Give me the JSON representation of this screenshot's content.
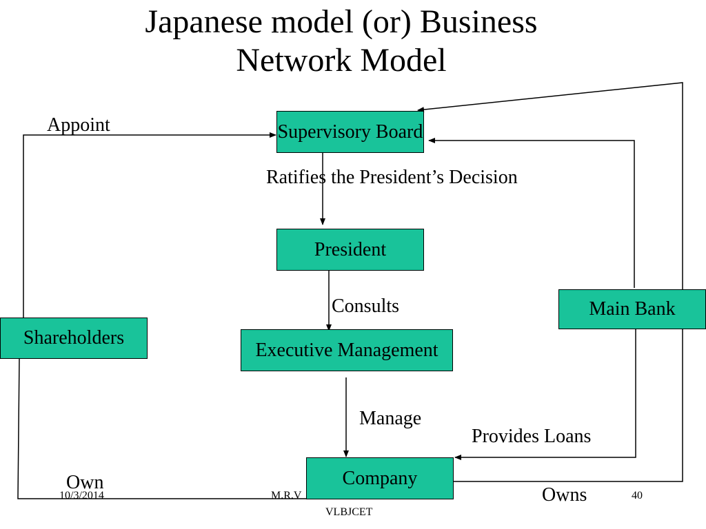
{
  "title": {
    "line1": "Japanese model (or) Business",
    "line2": "Network Model"
  },
  "nodes": {
    "supervisory_board": "Supervisory Board",
    "president": "President",
    "executive_management": "Executive Management",
    "company": "Company",
    "shareholders": "Shareholders",
    "main_bank": "Main Bank"
  },
  "edge_labels": {
    "appoint": "Appoint",
    "ratifies": "Ratifies the President’s Decision",
    "consults": "Consults",
    "manage": "Manage",
    "provides_loans": "Provides Loans",
    "own": "Own",
    "owns": "Owns"
  },
  "footer": {
    "date": "10/3/2014",
    "author": "M.R.V",
    "institution": "VLBJCET",
    "page_number": "40"
  },
  "colors": {
    "box_fill": "#19c39a",
    "stroke": "#000000"
  }
}
